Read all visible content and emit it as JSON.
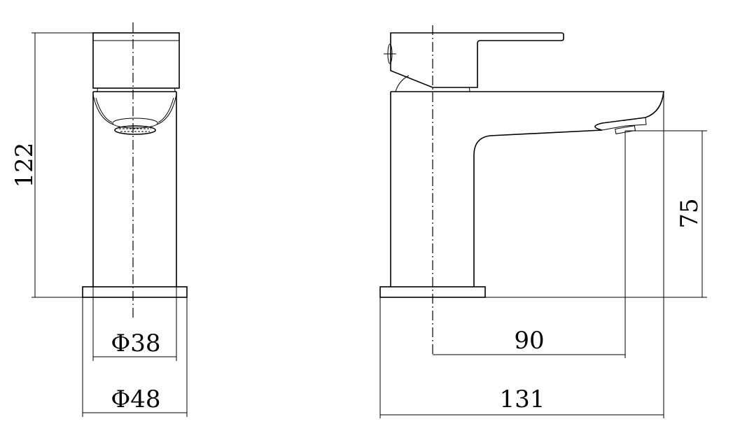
{
  "dimensions": {
    "height_total": "122",
    "inner_diameter": "Φ38",
    "base_diameter": "Φ48",
    "spout_height": "75",
    "spout_reach": "90",
    "total_depth": "131"
  },
  "colors": {
    "line": "#000000",
    "background": "#ffffff"
  }
}
